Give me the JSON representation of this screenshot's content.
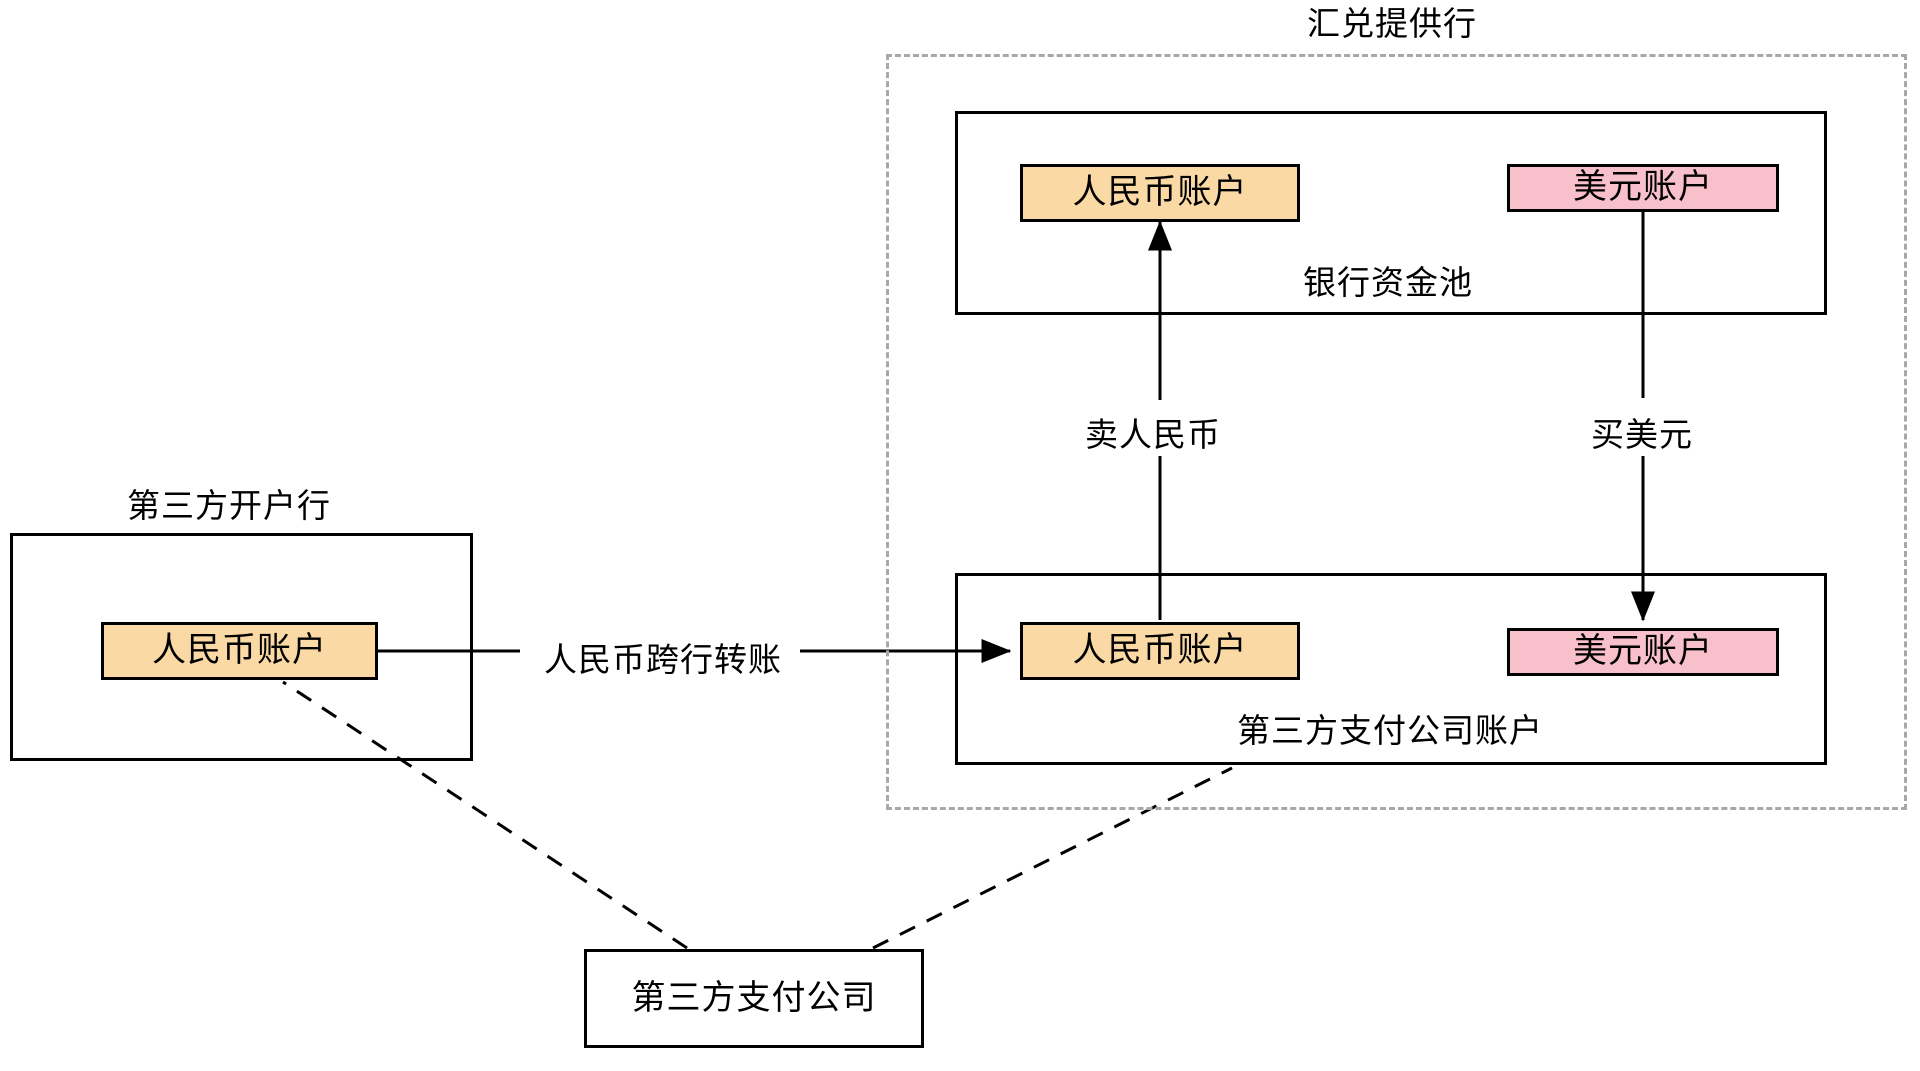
{
  "diagram": {
    "title": "汇兑提供行",
    "colors": {
      "rmb_fill": "#fbd9a5",
      "usd_fill": "#f7c0cb",
      "stroke": "#000000",
      "dashed_stroke": "#a8a8a8",
      "background": "#ffffff"
    },
    "containers": {
      "exchange_provider_bank": {
        "label": "汇兑提供行",
        "style": "dashed"
      },
      "bank_fund_pool": {
        "label": "银行资金池",
        "style": "solid"
      },
      "third_party_payment_account": {
        "label": "第三方支付公司账户",
        "style": "solid"
      },
      "third_party_opening_bank": {
        "label": "第三方开户行",
        "style": "solid"
      }
    },
    "nodes": {
      "opening_bank_rmb_account": {
        "label": "人民币账户",
        "type": "rmb"
      },
      "pool_rmb_account": {
        "label": "人民币账户",
        "type": "rmb"
      },
      "pool_usd_account": {
        "label": "美元账户",
        "type": "usd"
      },
      "payment_rmb_account": {
        "label": "人民币账户",
        "type": "rmb"
      },
      "payment_usd_account": {
        "label": "美元账户",
        "type": "usd"
      },
      "third_party_payment_company": {
        "label": "第三方支付公司",
        "type": "plain"
      }
    },
    "edges": {
      "interbank_transfer": {
        "label": "人民币跨行转账",
        "style": "solid-arrow",
        "from": "opening_bank_rmb_account",
        "to": "payment_rmb_account"
      },
      "sell_rmb": {
        "label": "卖人民币",
        "style": "solid-arrow",
        "from": "payment_rmb_account",
        "to": "pool_rmb_account"
      },
      "buy_usd": {
        "label": "买美元",
        "style": "solid-arrow",
        "from": "pool_usd_account",
        "to": "payment_usd_account"
      },
      "ownership_left": {
        "label": "",
        "style": "dashed",
        "from": "third_party_payment_company",
        "to": "opening_bank_rmb_account"
      },
      "ownership_right": {
        "label": "",
        "style": "dashed",
        "from": "third_party_payment_company",
        "to": "third_party_payment_account"
      }
    }
  }
}
